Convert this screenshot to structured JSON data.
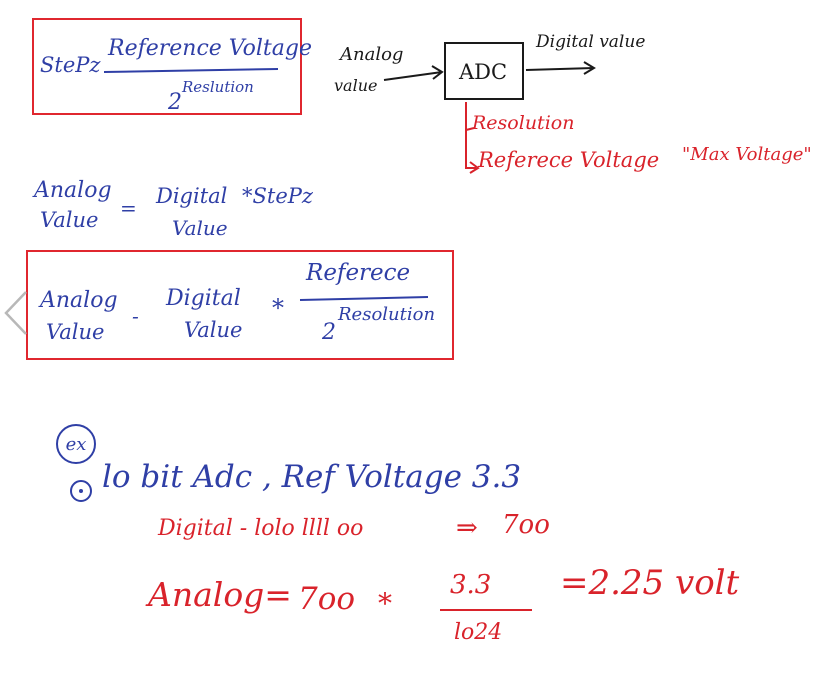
{
  "step_box": {
    "step_label": "StePz",
    "numerator": "Reference Voltage",
    "denominator_base": "2",
    "denominator_exp": "Reslution"
  },
  "adc_diagram": {
    "input_label_1": "Analog",
    "input_label_2": "value",
    "block_label": "ADC",
    "output_label": "Digital value",
    "param_1": "Resolution",
    "param_2": "Referece Voltage",
    "param_2_note": "\"Max Voltage\""
  },
  "analog_step_eq": {
    "lhs_1": "Analog",
    "lhs_2": "Value",
    "equals": "=",
    "rhs_1": "Digital",
    "rhs_2": "Value",
    "op": "*StePz"
  },
  "analog_ref_box": {
    "lhs_1": "Analog",
    "lhs_2": "Value",
    "equals": "-",
    "mid_1": "Digital",
    "mid_2": "Value",
    "op": "*",
    "numerator": "Referece",
    "denominator_base": "2",
    "denominator_exp": "Resolution"
  },
  "example": {
    "ex_label": "ex",
    "spec": "lo bit Adc , Ref Voltage 3.3",
    "digital_line": "Digital - lolo llll oo",
    "digital_arrow": "⇒",
    "digital_result": "7oo",
    "analog_lhs": "Analog=",
    "analog_factor": "7oo",
    "analog_op": "*",
    "analog_numerator": "3.3",
    "analog_denominator": "lo24",
    "analog_result": "=2.25 volt"
  },
  "colors": {
    "ink_blue": "#2f3fa6",
    "ink_red": "#d9232b",
    "ink_black": "#1a1a1a"
  }
}
